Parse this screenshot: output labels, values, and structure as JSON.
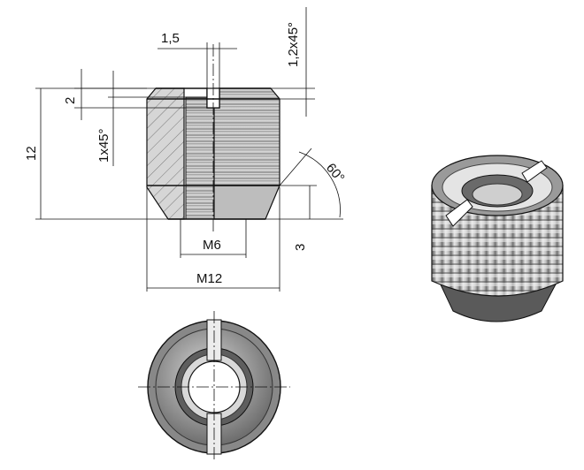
{
  "drawing": {
    "dimensions": {
      "slot_width": "1,5",
      "top_chamfer": "1,2x45°",
      "slot_depth": "2",
      "inner_chamfer": "1x45°",
      "height": "12",
      "cone_angle": "60°",
      "cone_height": "3",
      "inner_thread": "M6",
      "outer_thread": "M12"
    }
  }
}
